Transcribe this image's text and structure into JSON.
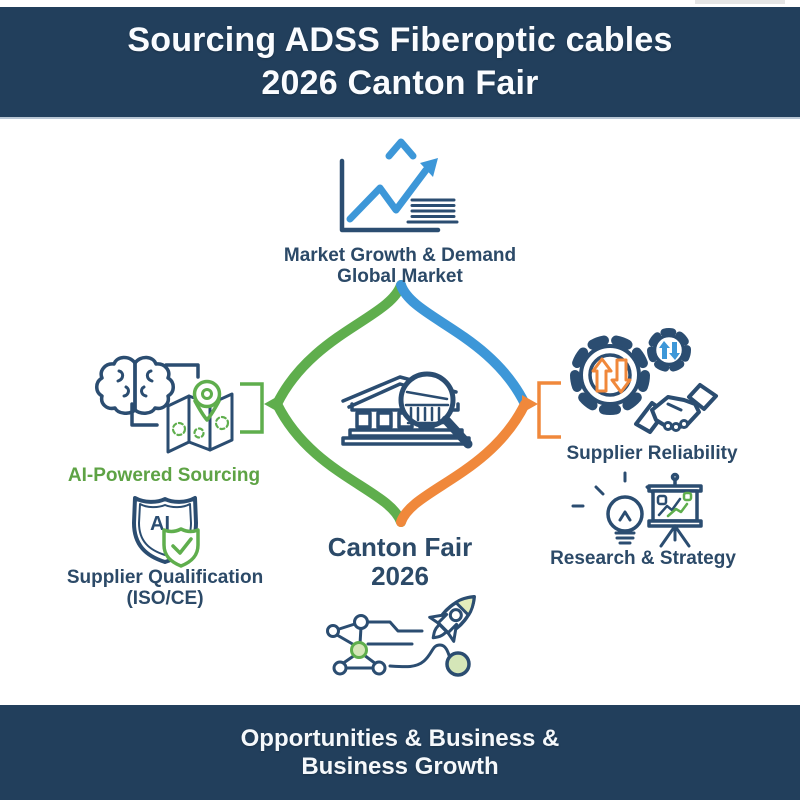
{
  "header": {
    "title_line1": "Sourcing ADSS Fiberoptic cables",
    "title_line2": "2026 Canton Fair"
  },
  "diagram": {
    "top": {
      "line1": "Market Growth & Demand",
      "line2": "Global Market",
      "icon": "growth-chart-icon"
    },
    "left": {
      "label": "AI-Powered Sourcing",
      "icon": "brain-map-pin-icon"
    },
    "left_lower": {
      "line1": "Supplier Qualification",
      "line2": "(ISO/CE)",
      "shield_text": "AI",
      "icon": "ai-shield-check-icon"
    },
    "right": {
      "label": "Supplier Reliability",
      "icon": "gears-handshake-icon"
    },
    "right_lower": {
      "label": "Research & Strategy",
      "icon": "bulb-presentation-icon"
    },
    "center": {
      "line1": "Canton Fair",
      "line2": "2026",
      "icon": "exhibition-hall-magnifier-icon"
    },
    "bottom_icon": "network-rocket-icon"
  },
  "footer": {
    "line1": "Opportunities & Business &",
    "line2": "Business Growth"
  },
  "colors": {
    "navy_band": "#223f5c",
    "icon_navy": "#2b4d71",
    "text_navy": "#2c4a68",
    "green": "#5fae4d",
    "blue": "#3d97d8",
    "orange": "#f0883b",
    "light_green_fill": "#d5e6b8"
  }
}
